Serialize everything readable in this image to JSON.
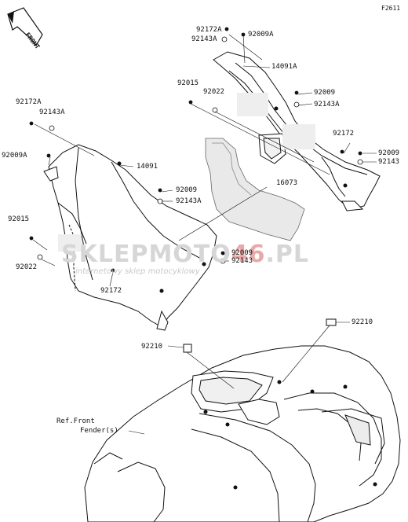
{
  "figure_code": "F2611",
  "front_arrow_text": "FRONT",
  "watermark": {
    "brand_left": "SKLEP",
    "brand_mid": "MOTO",
    "brand_num": "46",
    "brand_tld": ".PL",
    "tagline": "internetowy sklep motocyklowy",
    "color_gray": "#cfcfcf",
    "color_red": "#e8a0a0"
  },
  "reference_note": {
    "line1": "Ref.Front",
    "line2": "Fender(s)"
  },
  "part_labels": [
    "92172A",
    "92143A",
    "92009A",
    "14091A",
    "92015",
    "92022",
    "92009",
    "92143A",
    "92172",
    "92009",
    "92143",
    "92172A",
    "92143A",
    "92009A",
    "14091",
    "92009",
    "92143A",
    "16073",
    "92015",
    "92009",
    "92143",
    "92022",
    "92172",
    "92210",
    "92210"
  ]
}
